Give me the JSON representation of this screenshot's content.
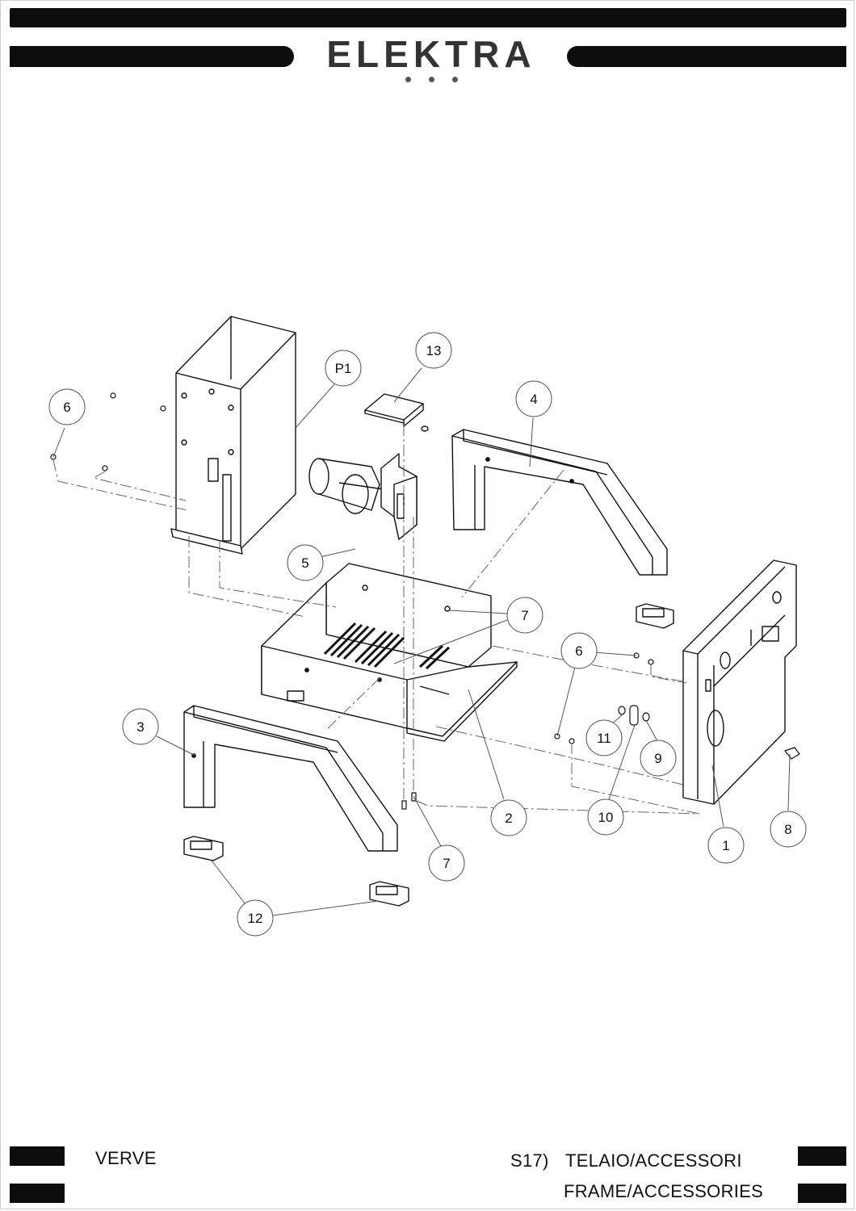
{
  "header": {
    "brand": "ELEKTRA"
  },
  "footer": {
    "model": "VERVE",
    "section_code": "S17)",
    "section_title_it": "TELAIO/ACCESSORI",
    "section_title_en": "FRAME/ACCESSORIES"
  },
  "callouts": {
    "p1": "P1",
    "c1": "1",
    "c2": "2",
    "c3": "3",
    "c4": "4",
    "c5": "5",
    "c6a": "6",
    "c6b": "6",
    "c7a": "7",
    "c7b": "7",
    "c8": "8",
    "c9": "9",
    "c10": "10",
    "c11": "11",
    "c12": "12",
    "c13": "13"
  },
  "colors": {
    "ink": "#0d0d0d",
    "line": "#111111"
  }
}
